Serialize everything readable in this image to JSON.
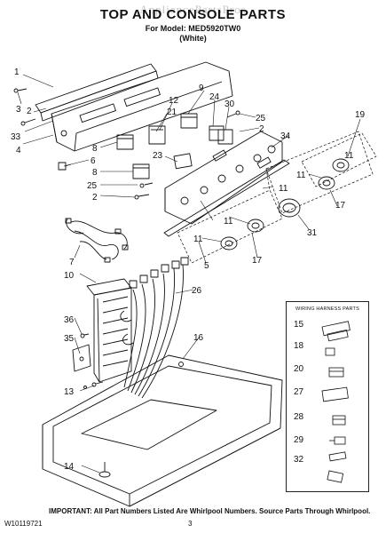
{
  "header": {
    "watermark": "AppliancePartsPros",
    "title": "TOP AND CONSOLE PARTS",
    "model": "For Model: MED5920TW0",
    "color": "(White)"
  },
  "callouts": [
    {
      "id": "c1",
      "label": "1"
    },
    {
      "id": "c3",
      "label": "3"
    },
    {
      "id": "c2a",
      "label": "2"
    },
    {
      "id": "c33",
      "label": "33"
    },
    {
      "id": "c4",
      "label": "4"
    },
    {
      "id": "c6",
      "label": "6"
    },
    {
      "id": "c8a",
      "label": "8"
    },
    {
      "id": "c8b",
      "label": "8"
    },
    {
      "id": "c25a",
      "label": "25"
    },
    {
      "id": "c2b",
      "label": "2"
    },
    {
      "id": "c12",
      "label": "12"
    },
    {
      "id": "c21",
      "label": "21"
    },
    {
      "id": "c9",
      "label": "9"
    },
    {
      "id": "c24",
      "label": "24"
    },
    {
      "id": "c30",
      "label": "30"
    },
    {
      "id": "c25b",
      "label": "25"
    },
    {
      "id": "c2c",
      "label": "2"
    },
    {
      "id": "c19",
      "label": "19"
    },
    {
      "id": "c34",
      "label": "34"
    },
    {
      "id": "c23",
      "label": "23"
    },
    {
      "id": "c11a",
      "label": "11"
    },
    {
      "id": "c11b",
      "label": "11"
    },
    {
      "id": "c11c",
      "label": "11"
    },
    {
      "id": "c17a",
      "label": "17"
    },
    {
      "id": "c31",
      "label": "31"
    },
    {
      "id": "c11d",
      "label": "11"
    },
    {
      "id": "c11e",
      "label": "11"
    },
    {
      "id": "c17b",
      "label": "17"
    },
    {
      "id": "c5",
      "label": "5"
    },
    {
      "id": "c7",
      "label": "7"
    },
    {
      "id": "c10",
      "label": "10"
    },
    {
      "id": "c26",
      "label": "26"
    },
    {
      "id": "c36",
      "label": "36"
    },
    {
      "id": "c35",
      "label": "35"
    },
    {
      "id": "c16",
      "label": "16"
    },
    {
      "id": "c13",
      "label": "13"
    },
    {
      "id": "c14",
      "label": "14"
    }
  ],
  "harness_box": {
    "title": "WIRING HARNESS PARTS",
    "items": [
      "15",
      "18",
      "20",
      "27",
      "28",
      "29",
      "32"
    ]
  },
  "footer": {
    "note": "IMPORTANT: All Part Numbers Listed Are Whirlpool Numbers. Source Parts Through Whirlpool.",
    "page": "3",
    "doc_id": "W10119721"
  }
}
